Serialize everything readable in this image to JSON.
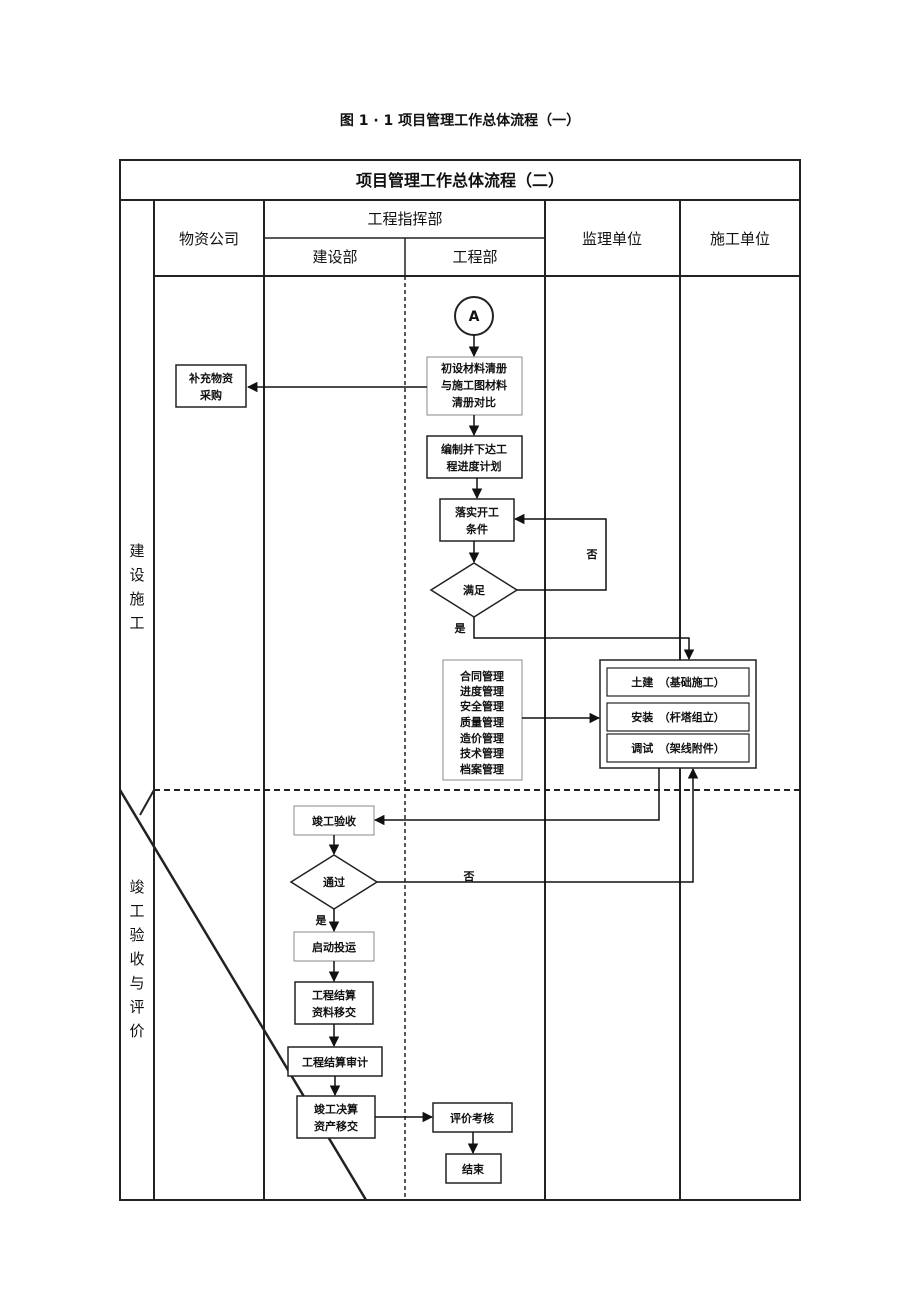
{
  "caption": "图 1 · 1 项目管理工作总体流程（一）",
  "table_title": "项目管理工作总体流程（二）",
  "columns": {
    "materials": "物资公司",
    "hq": "工程指挥部",
    "construction_dept": "建设部",
    "engineering_dept": "工程部",
    "supervision": "监理单位",
    "contractor": "施工单位"
  },
  "phases": {
    "build": [
      "建",
      "设",
      "施",
      "工"
    ],
    "accept": [
      "竣",
      "工",
      "验",
      "收",
      "与",
      "评",
      "价"
    ]
  },
  "nodes": {
    "start": "A",
    "compare": [
      "初设材料清册",
      "与施工图材料",
      "清册对比"
    ],
    "purchase": [
      "补充物资",
      "采购"
    ],
    "plan": [
      "编制并下达工",
      "程进度计划"
    ],
    "conditions": [
      "落实开工",
      "条件"
    ],
    "satisfied": "满足",
    "mgmt": [
      "合同管理",
      "进度管理",
      "安全管理",
      "质量管理",
      "造价管理",
      "技术管理",
      "档案管理"
    ],
    "civil": "土建　（基础施工）",
    "install": "安装　（杆塔组立）",
    "debug": "调试　（架线附件）",
    "acceptance": "竣工验收",
    "passed": "通过",
    "startup": "启动投运",
    "settlement_docs": [
      "工程结算",
      "资料移交"
    ],
    "audit": "工程结算审计",
    "final_accounts": [
      "竣工决算",
      "资产移交"
    ],
    "evaluation": "评价考核",
    "end": "结束"
  },
  "edge_labels": {
    "no1": "否",
    "yes1": "是",
    "no2": "否",
    "yes2": "是"
  }
}
